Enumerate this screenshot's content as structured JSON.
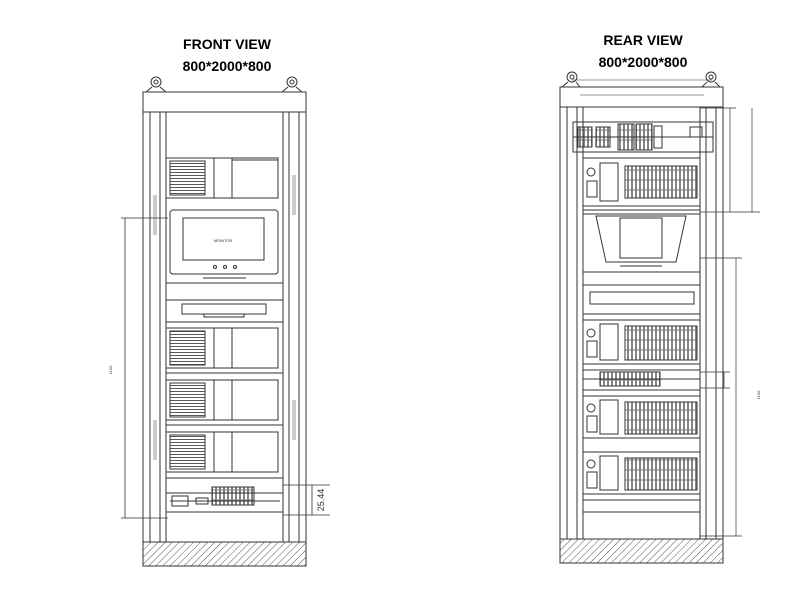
{
  "front": {
    "title": "FRONT VIEW",
    "size": "800*2000*800",
    "monitor_label": "MONITOR",
    "height_dim": "1150",
    "terminal_dim": "25.44"
  },
  "rear": {
    "title": "REAR VIEW",
    "size": "800*2000*800",
    "height_dim": "1150"
  },
  "colors": {
    "line": "#333333",
    "hatch": "#555555",
    "background": "#ffffff"
  }
}
